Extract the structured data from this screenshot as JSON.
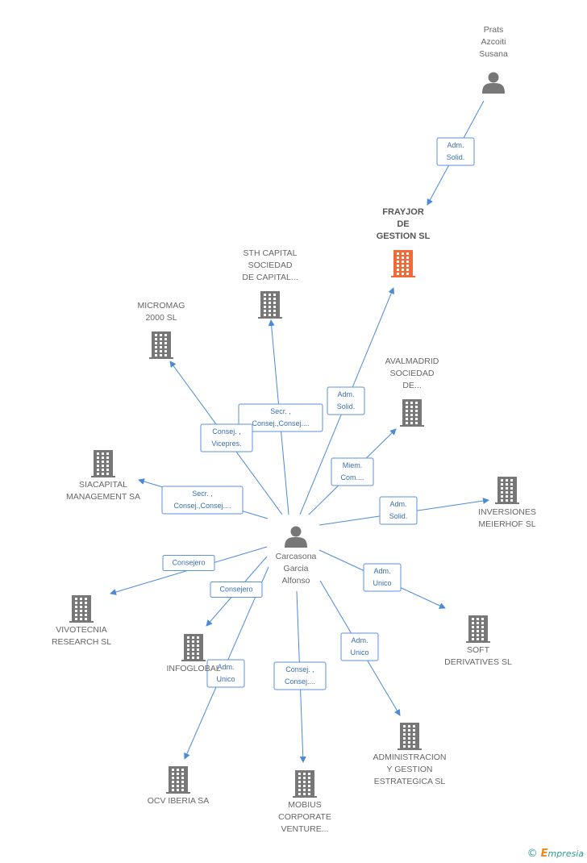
{
  "colors": {
    "edge": "#4a8ad8",
    "person": "#777777",
    "company": "#777777",
    "highlight": "#f26a3a"
  },
  "nodes": [
    {
      "id": "carcasona",
      "kind": "person",
      "label": [
        "Carcasona",
        "Garcia",
        "Alfonso"
      ],
      "icon": "person-icon"
    },
    {
      "id": "prats",
      "kind": "person",
      "label": [
        "Prats",
        "Azcoiti",
        "Susana"
      ],
      "icon": "person-icon"
    },
    {
      "id": "frayjor",
      "kind": "company",
      "highlight": true,
      "label": [
        "FRAYJOR",
        "DE",
        "GESTION SL"
      ],
      "icon": "building-icon"
    },
    {
      "id": "sth",
      "kind": "company",
      "label": [
        "STH CAPITAL",
        "SOCIEDAD",
        "DE CAPITAL..."
      ],
      "icon": "building-icon"
    },
    {
      "id": "micromag",
      "kind": "company",
      "label": [
        "MICROMAG",
        "2000 SL"
      ],
      "icon": "building-icon"
    },
    {
      "id": "avalmadrid",
      "kind": "company",
      "label": [
        "AVALMADRID",
        "SOCIEDAD",
        "DE..."
      ],
      "icon": "building-icon"
    },
    {
      "id": "siacapital",
      "kind": "company",
      "label": [
        "SIACAPITAL",
        "MANAGEMENT SA"
      ],
      "icon": "building-icon"
    },
    {
      "id": "meierhof",
      "kind": "company",
      "label": [
        "INVERSIONES",
        "MEIERHOF SL"
      ],
      "icon": "building-icon"
    },
    {
      "id": "vivotecnia",
      "kind": "company",
      "label": [
        "VIVOTECNIA",
        "RESEARCH SL"
      ],
      "icon": "building-icon"
    },
    {
      "id": "infoglobal",
      "kind": "company",
      "label": [
        "INFOGLOBAL"
      ],
      "icon": "building-icon"
    },
    {
      "id": "soft",
      "kind": "company",
      "label": [
        "SOFT",
        "DERIVATIVES SL"
      ],
      "icon": "building-icon"
    },
    {
      "id": "admgestion",
      "kind": "company",
      "label": [
        "ADMINISTRACION",
        "Y GESTION",
        "ESTRATEGICA SL"
      ],
      "icon": "building-icon"
    },
    {
      "id": "ocv",
      "kind": "company",
      "label": [
        "OCV IBERIA SA"
      ],
      "icon": "building-icon"
    },
    {
      "id": "mobius",
      "kind": "company",
      "label": [
        "MOBIUS",
        "CORPORATE",
        "VENTURE..."
      ],
      "icon": "building-icon"
    }
  ],
  "edges": [
    {
      "from": "prats",
      "to": "frayjor",
      "label": [
        "Adm.",
        "Solid."
      ]
    },
    {
      "from": "carcasona",
      "to": "frayjor",
      "label": [
        "Adm.",
        "Solid."
      ]
    },
    {
      "from": "carcasona",
      "to": "sth",
      "label": [
        "Secr. ,",
        "Consej.,Consej...."
      ]
    },
    {
      "from": "carcasona",
      "to": "micromag",
      "label": [
        "Consej. ,",
        "Vicepres."
      ]
    },
    {
      "from": "carcasona",
      "to": "avalmadrid",
      "label": [
        "Miem.",
        "Com...."
      ]
    },
    {
      "from": "carcasona",
      "to": "siacapital",
      "label": [
        "Secr. ,",
        "Consej.,Consej...."
      ]
    },
    {
      "from": "carcasona",
      "to": "meierhof",
      "label": [
        "Adm.",
        "Solid."
      ]
    },
    {
      "from": "carcasona",
      "to": "vivotecnia",
      "label": [
        "Consejero"
      ]
    },
    {
      "from": "carcasona",
      "to": "infoglobal",
      "label": [
        "Consejero"
      ]
    },
    {
      "from": "carcasona",
      "to": "soft",
      "label": [
        "Adm.",
        "Unico"
      ]
    },
    {
      "from": "carcasona",
      "to": "admgestion",
      "label": [
        "Adm.",
        "Unico"
      ]
    },
    {
      "from": "carcasona",
      "to": "ocv",
      "label": [
        "Adm.",
        "Unico"
      ]
    },
    {
      "from": "carcasona",
      "to": "mobius",
      "label": [
        "Consej. ,",
        "Consej...."
      ]
    }
  ],
  "footer": {
    "copyright": "©",
    "brand_initial": "E",
    "brand_rest": "mpresia"
  }
}
